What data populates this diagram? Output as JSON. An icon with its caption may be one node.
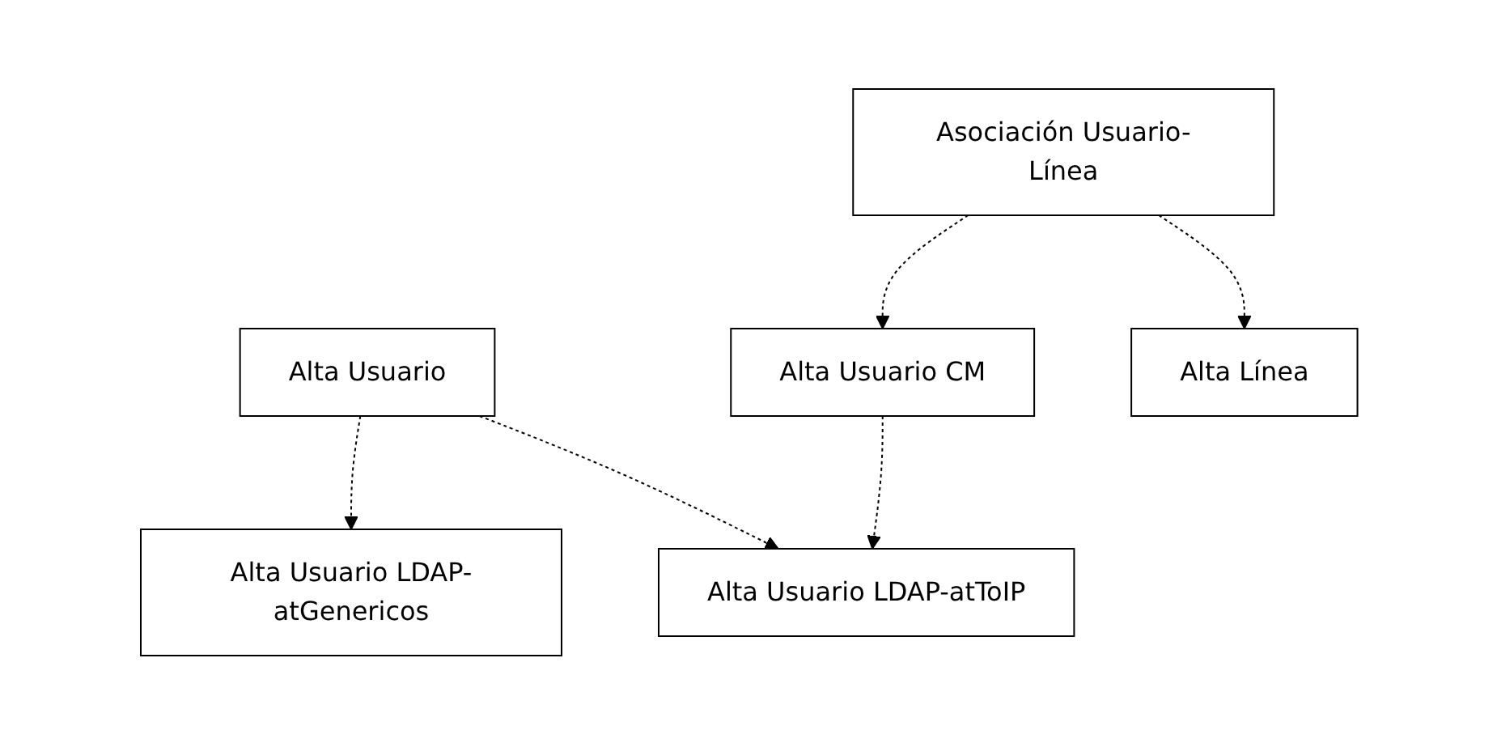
{
  "diagram": {
    "nodes": [
      {
        "text": [
          "Alta Usuario"
        ]
      },
      {
        "text": [
          "Asociación Usuario-Línea"
        ]
      },
      {
        "text": [
          "Alta Usuario LDAP-atGenericos"
        ]
      },
      {
        "text": [
          "Alta Usuario LDAP-atToIP"
        ]
      },
      {
        "text": [
          "Alta Línea"
        ]
      },
      {
        "text": [
          "Alta Usuario CM"
        ]
      }
    ],
    "edges": [
      {
        "from": 0,
        "to": 2,
        "arrow": "to",
        "style": "dashed"
      },
      {
        "from": 0,
        "to": 3,
        "arrow": "to",
        "style": "dashed"
      },
      {
        "from": 1,
        "to": 5,
        "arrow": "to",
        "style": "dashed"
      },
      {
        "from": 1,
        "to": 4,
        "arrow": "to",
        "style": "dashed"
      },
      {
        "from": 5,
        "to": 3,
        "arrow": "to",
        "style": "dashed"
      }
    ]
  }
}
